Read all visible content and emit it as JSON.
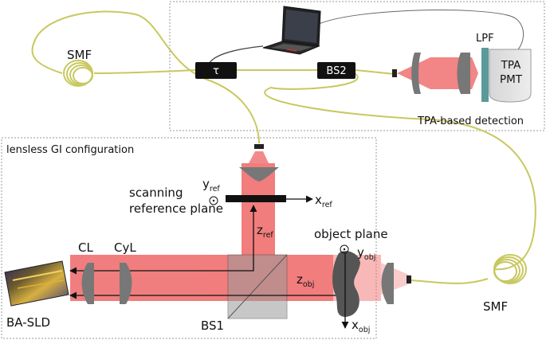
{
  "panels": {
    "detection_caption": "TPA-based detection",
    "gi_caption": "lensless GI configuration"
  },
  "components": {
    "smf_top": "SMF",
    "smf_bottom": "SMF",
    "delay": "τ",
    "bs2": "BS2",
    "lpf": "LPF",
    "detector_line1": "TPA",
    "detector_line2": "PMT",
    "cl": "CL",
    "cyl": "CyL",
    "source": "BA-SLD",
    "bs1": "BS1",
    "scan_plane_line1": "scanning",
    "scan_plane_line2": "reference plane",
    "object_plane": "object plane"
  },
  "axes": {
    "y_ref": {
      "base": "y",
      "sub": "ref"
    },
    "x_ref": {
      "base": "x",
      "sub": "ref"
    },
    "z_ref": {
      "base": "z",
      "sub": "ref"
    },
    "z_obj": {
      "base": "z",
      "sub": "obj"
    },
    "y_obj": {
      "base": "y",
      "sub": "obj"
    },
    "x_obj": {
      "base": "x",
      "sub": "obj"
    }
  },
  "colors": {
    "beam": "#f07070",
    "fiber": "#c8c860",
    "optic": "#777777",
    "filter": "#5a9a9a",
    "box": "#111111"
  }
}
